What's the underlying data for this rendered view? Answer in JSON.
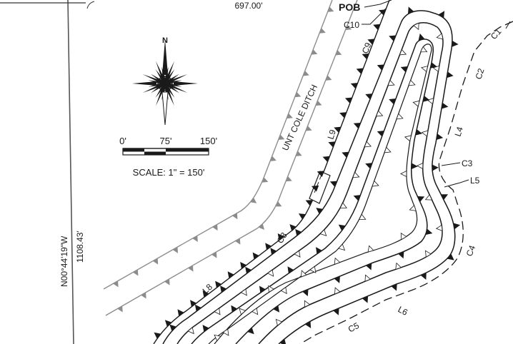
{
  "labels": {
    "top_distance": "697.00'",
    "pob": "POB",
    "c10": "C10",
    "c9": "C9",
    "c1": "C1",
    "c2": "C2",
    "l4": "L4",
    "c3": "C3",
    "l5": "L5",
    "c4": "C4",
    "l6": "L6",
    "c5": "C5",
    "c8": "C8",
    "l8": "L8",
    "l9": "L9",
    "ditch": "UNT COLE DITCH",
    "north": "N",
    "bearing": "N00°44'19\"W",
    "distance": "1108.43'"
  },
  "scale_bar": {
    "ticks": [
      "0'",
      "75'",
      "150'"
    ],
    "caption": "SCALE: 1\" = 150'"
  },
  "colors": {
    "line": "#1a1a1a",
    "ditch": "#8c8c8c",
    "background": "#ffffff"
  }
}
